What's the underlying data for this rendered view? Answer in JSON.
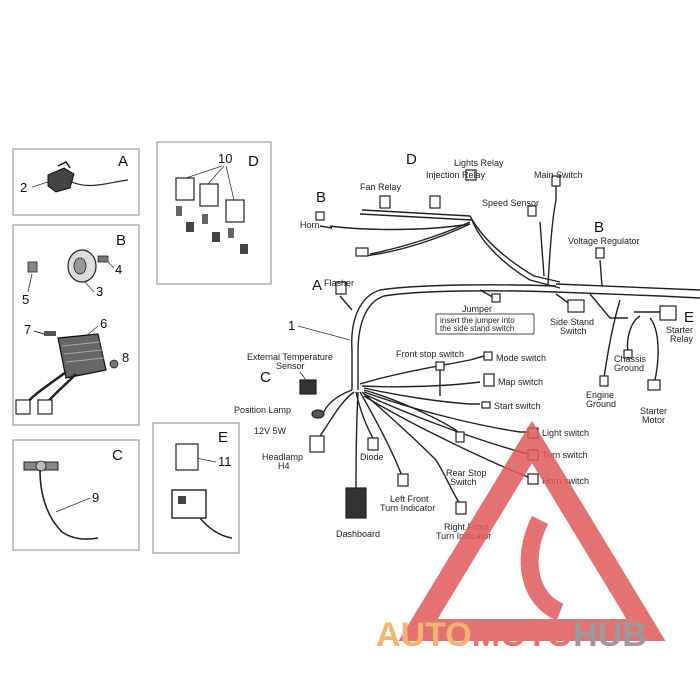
{
  "panels": {
    "a": {
      "letter": "A",
      "number": "2"
    },
    "b": {
      "letter": "B",
      "n3": "3",
      "n4": "4",
      "n5": "5",
      "n6": "6",
      "n7": "7",
      "n8": "8"
    },
    "c": {
      "letter": "C",
      "number": "9"
    },
    "d": {
      "letter": "D",
      "number": "10"
    },
    "e": {
      "letter": "E",
      "number": "11"
    }
  },
  "harness": {
    "ref_number": "1",
    "top": {
      "letter_d": "D",
      "lights_relay": "Lights Relay",
      "injection_relay": "Injection Relay",
      "fan_relay": "Fan Relay",
      "main_switch": "Main Switch",
      "speed_sensor": "Speed Sensor",
      "letter_b_horn": "B",
      "horn": "Horn",
      "letter_b_regulator": "B",
      "voltage_regulator": "Voltage Regulator"
    },
    "middle": {
      "letter_a": "A",
      "flasher": "Flasher",
      "jumper": "Jumper",
      "jumper_note_line1": "insert the jumper into",
      "jumper_note_line2": "the side stand switch",
      "side_stand_line1": "Side Stand",
      "side_stand_line2": "Switch",
      "letter_e": "E",
      "starter_relay_line1": "Starter",
      "starter_relay_line2": "Relay",
      "chassis_ground_line1": "Chassis",
      "chassis_ground_line2": "Ground",
      "engine_ground_line1": "Engine",
      "engine_ground_line2": "Ground",
      "starter_motor_line1": "Starter",
      "starter_motor_line2": "Motor"
    },
    "left": {
      "ext_temp_line1": "External Temperature",
      "ext_temp_line2": "Sensor",
      "letter_c": "C",
      "position_lamp": "Position Lamp",
      "position_lamp_spec": "12V 5W",
      "headlamp_line1": "Headlamp",
      "headlamp_line2": "H4",
      "diode": "Diode",
      "dashboard": "Dashboard"
    },
    "switches": {
      "front_stop": "Front stop switch",
      "mode": "Mode switch",
      "map": "Map switch",
      "start": "Start switch",
      "light": "Light switch",
      "turn": "Turn switch",
      "horn": "Horn switch",
      "rear_stop_line1": "Rear Stop",
      "rear_stop_line2": "Switch",
      "left_turn_line1": "Left Front",
      "left_turn_line2": "Turn Indicator",
      "right_turn_line1": "Right Front",
      "right_turn_line2": "Turn Indicator"
    }
  },
  "watermark": {
    "part1": "AUTO",
    "part2": "MOTO",
    "part3": "HUB",
    "color_orange": "#f2a65a",
    "color_red": "#e05a5a",
    "color_gray": "#8a8a8a"
  }
}
